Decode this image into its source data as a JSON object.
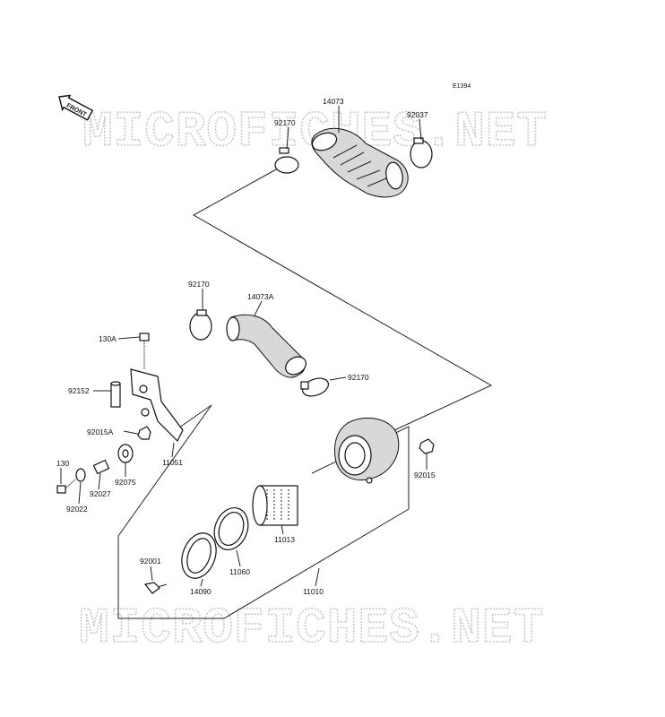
{
  "diagram_code": "E1394",
  "front_label": "FRONT",
  "watermarks": [
    "MICROFICHES.NET",
    "MICROFICHES.NET"
  ],
  "part_labels": {
    "p14073": "14073",
    "p92170_a": "92170",
    "p92037": "92037",
    "p92170_b": "92170",
    "p14073A": "14073A",
    "p130A": "130A",
    "p92170_c": "92170",
    "p92152": "92152",
    "p92015A": "92015A",
    "p11051": "11051",
    "p130": "130",
    "p92027": "92027",
    "p92075": "92075",
    "p92022": "92022",
    "p92015": "92015",
    "p11013": "11013",
    "p92001": "92001",
    "p11060": "11060",
    "p14090": "14090",
    "p11010": "11010"
  }
}
